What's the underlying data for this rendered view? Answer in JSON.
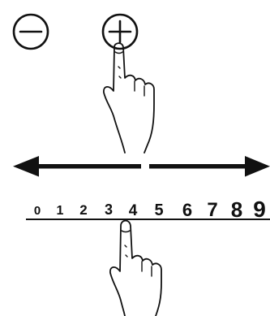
{
  "buttons": {
    "minus_icon": "minus-circle-icon",
    "plus_icon": "plus-circle-icon"
  },
  "scale": {
    "digits": [
      "0",
      "1",
      "2",
      "3",
      "4",
      "5",
      "6",
      "7",
      "8",
      "9"
    ],
    "touched_digit": "4"
  },
  "arrows": {
    "left": "arrow-left-icon",
    "right": "arrow-right-icon"
  },
  "colors": {
    "ink": "#111111",
    "background": "#ffffff"
  }
}
